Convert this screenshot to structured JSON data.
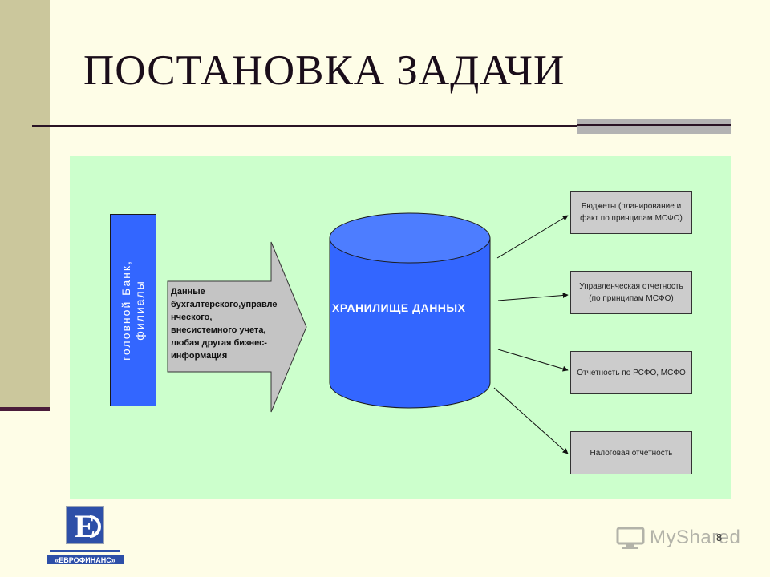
{
  "slide": {
    "title": "ПОСТАНОВКА ЗАДАЧИ",
    "page_number": "8"
  },
  "diagram": {
    "source": "головной Банк,\nфилиалы",
    "input_arrow": "Данные\nбухгалтерского,управле\nнческого,\nвнесистемного учета,\nлюбая другая бизнес-\nинформация",
    "storage": "ХРАНИЛИЩЕ ДАННЫХ",
    "outputs": [
      "Бюджеты (планирование и\nфакт по принципам МСФО)",
      "Управленческая отчетность\n(по принципам МСФО)",
      "Отчетность по РСФО, МСФО",
      "Налоговая отчетность"
    ]
  },
  "watermark": {
    "text": "MyShared",
    "icon": "monitor-icon"
  },
  "logo": {
    "name": "«ЕВРОФИНАНС»"
  },
  "colors": {
    "panel": "#ccffcc",
    "storage": "#3366ff",
    "source": "#3366ff",
    "box": "#cccccc",
    "band": "#cbc79c"
  }
}
